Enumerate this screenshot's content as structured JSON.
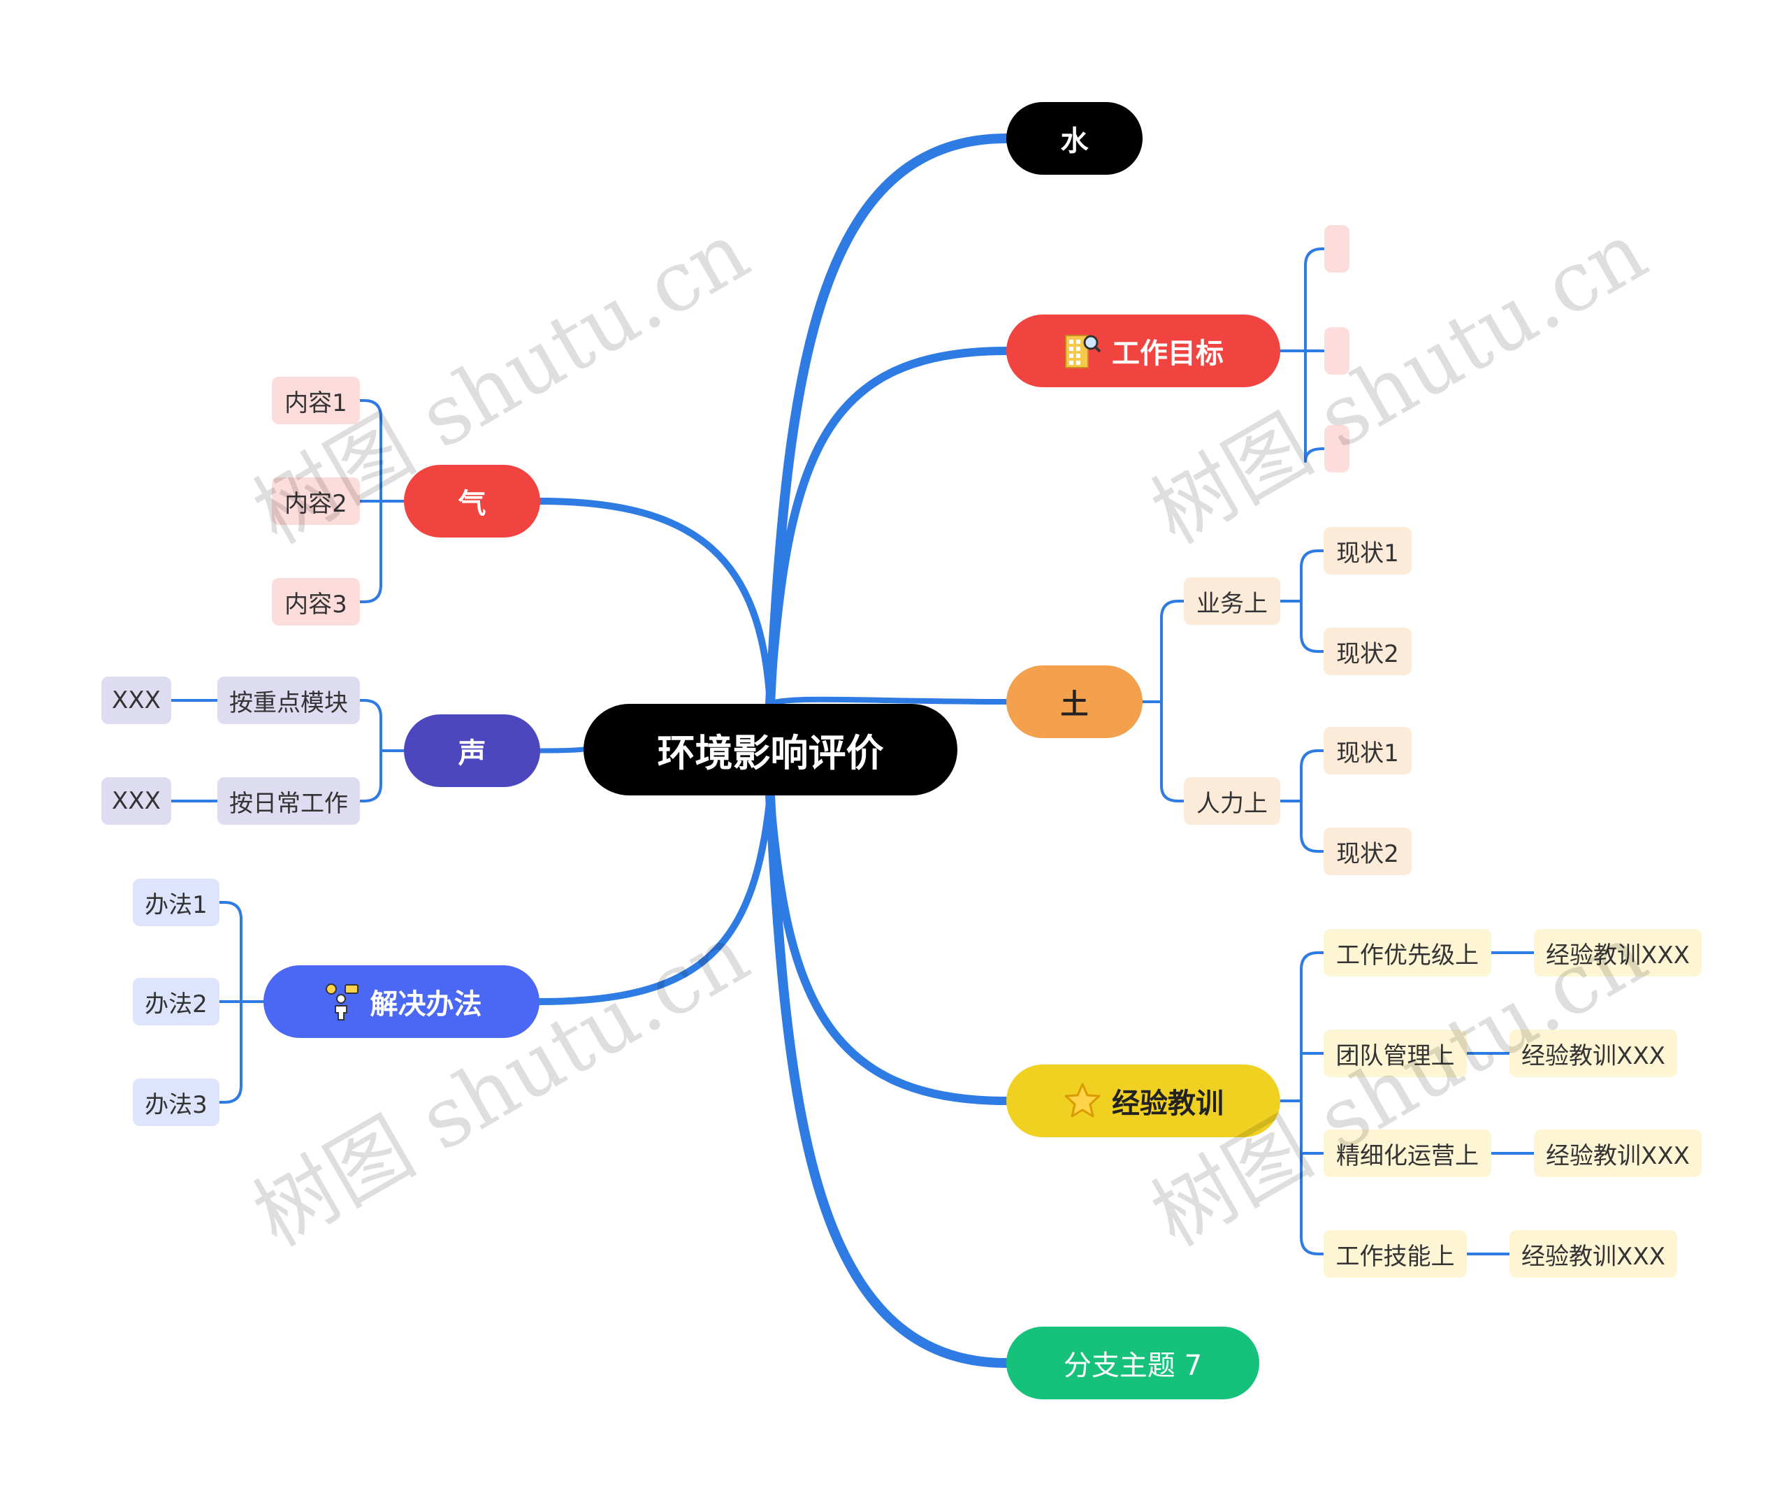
{
  "root": {
    "label": "环境影响评价"
  },
  "right": {
    "water": {
      "label": "水",
      "color": "#000000"
    },
    "goal": {
      "label": "工作目标",
      "color": "#f14441",
      "icon": "building-search-icon",
      "children_count_blank": 3
    },
    "soil": {
      "label": "土",
      "color": "#f3a14d",
      "children": [
        {
          "label": "业务上",
          "children": [
            "现状1",
            "现状2"
          ]
        },
        {
          "label": "人力上",
          "children": [
            "现状1",
            "现状2"
          ]
        }
      ]
    },
    "lesson": {
      "label": "经验教训",
      "color": "#f0d122",
      "icon": "star-icon",
      "children": [
        {
          "label": "工作优先级上",
          "child": "经验教训XXX"
        },
        {
          "label": "团队管理上",
          "child": "经验教训XXX"
        },
        {
          "label": "精细化运营上",
          "child": "经验教训XXX"
        },
        {
          "label": "工作技能上",
          "child": "经验教训XXX"
        }
      ]
    },
    "branch7": {
      "label": "分支主题 7",
      "color": "#15c17b"
    }
  },
  "left": {
    "air": {
      "label": "气",
      "color": "#f14441",
      "children": [
        "内容1",
        "内容2",
        "内容3"
      ]
    },
    "sound": {
      "label": "声",
      "color": "#4c47bf",
      "children": [
        {
          "label": "按重点模块",
          "child": "XXX"
        },
        {
          "label": "按日常工作",
          "child": "XXX"
        }
      ]
    },
    "solution": {
      "label": "解决办法",
      "color": "#4b68f5",
      "icon": "idea-person-icon",
      "children": [
        "办法1",
        "办法2",
        "办法3"
      ]
    }
  },
  "watermark": "树图 shutu.cn",
  "colors": {
    "line": "#2e7be3",
    "soil_sub": "#fcebd9",
    "lesson_sub": "#fdf5d4",
    "air_sub": "#fddcdc",
    "sound_sub": "#dedcf1",
    "solution_sub": "#dde4fb"
  }
}
